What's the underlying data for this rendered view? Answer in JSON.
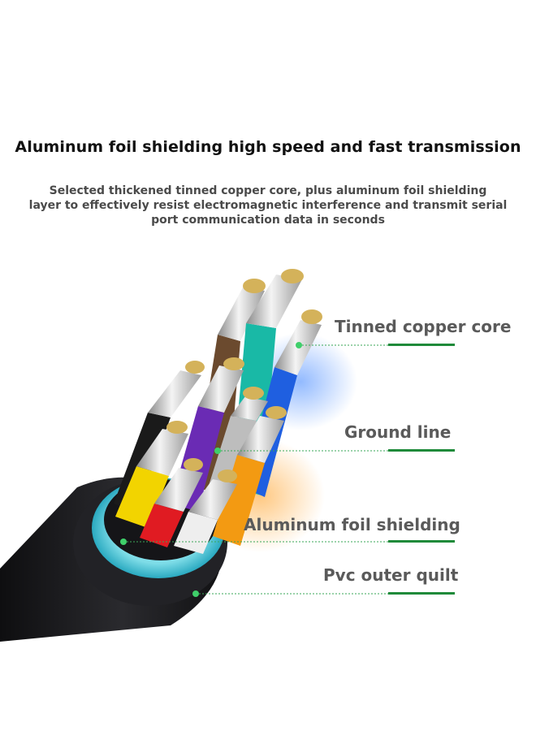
{
  "headline": "Aluminum foil shielding high speed and fast transmission",
  "description_lines": [
    "Selected thickened tinned copper core, plus aluminum foil shielding",
    "layer to effectively resist electromagnetic interference and transmit serial",
    "port communication data in seconds"
  ],
  "callouts": {
    "tinned_copper_core": "Tinned copper core",
    "ground_line": "Ground line",
    "aluminum_foil_shielding": "Aluminum foil shielding",
    "pvc_outer_quilt": "Pvc outer quilt"
  },
  "colors": {
    "accent_green": "#1f8a3a",
    "callout_text": "#5a5a5a",
    "wire_yellow": "#f2d400",
    "wire_red": "#e01b22",
    "wire_white": "#eeeeee",
    "wire_orange": "#f39a12",
    "wire_purple": "#6a2bb4",
    "wire_blue": "#1f5fe0",
    "wire_teal": "#19b9a6",
    "wire_brown": "#6b4a2e",
    "wire_black": "#1a1a1a",
    "shield_cyan": "#4fc6d8",
    "jacket": "#1b1b1d"
  }
}
